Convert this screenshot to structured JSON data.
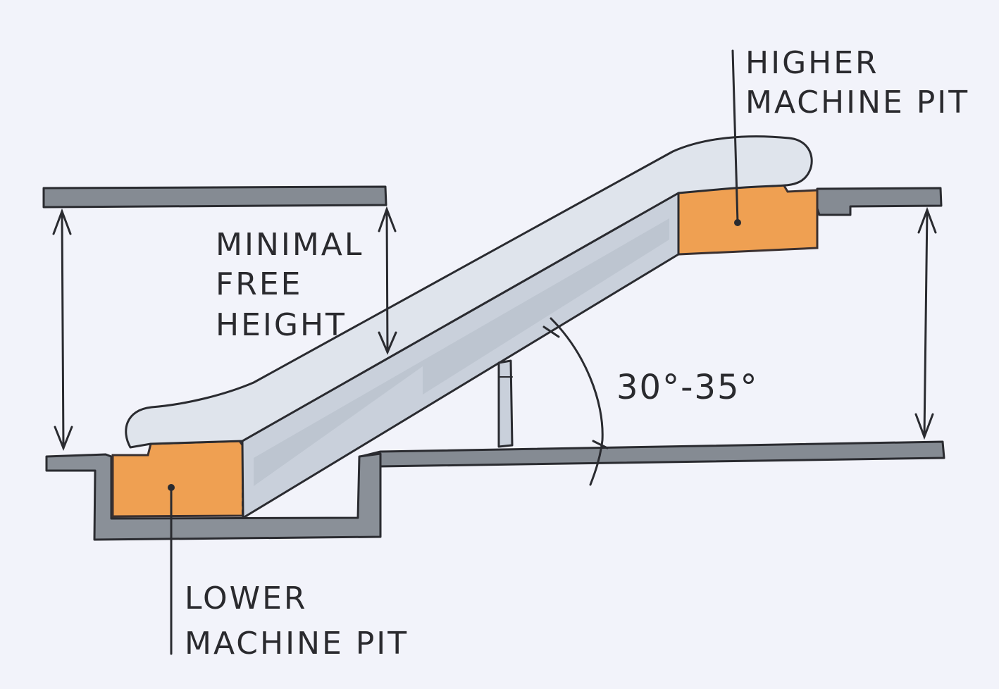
{
  "labels": {
    "higher_pit_line1": "HIGHER",
    "higher_pit_line2": "MACHINE PIT",
    "free_height_line1": "MINIMAL",
    "free_height_line2": "FREE",
    "free_height_line3": "HEIGHT",
    "angle": "30°-35°",
    "lower_pit_line1": "LOWER",
    "lower_pit_line2": "MACHINE PIT"
  },
  "colors": {
    "paper": "#f2f3fa",
    "concrete": "#858b93",
    "machine_pit": "#efa052",
    "escalator": "#c9d0db",
    "ink": "#2a2b30"
  }
}
